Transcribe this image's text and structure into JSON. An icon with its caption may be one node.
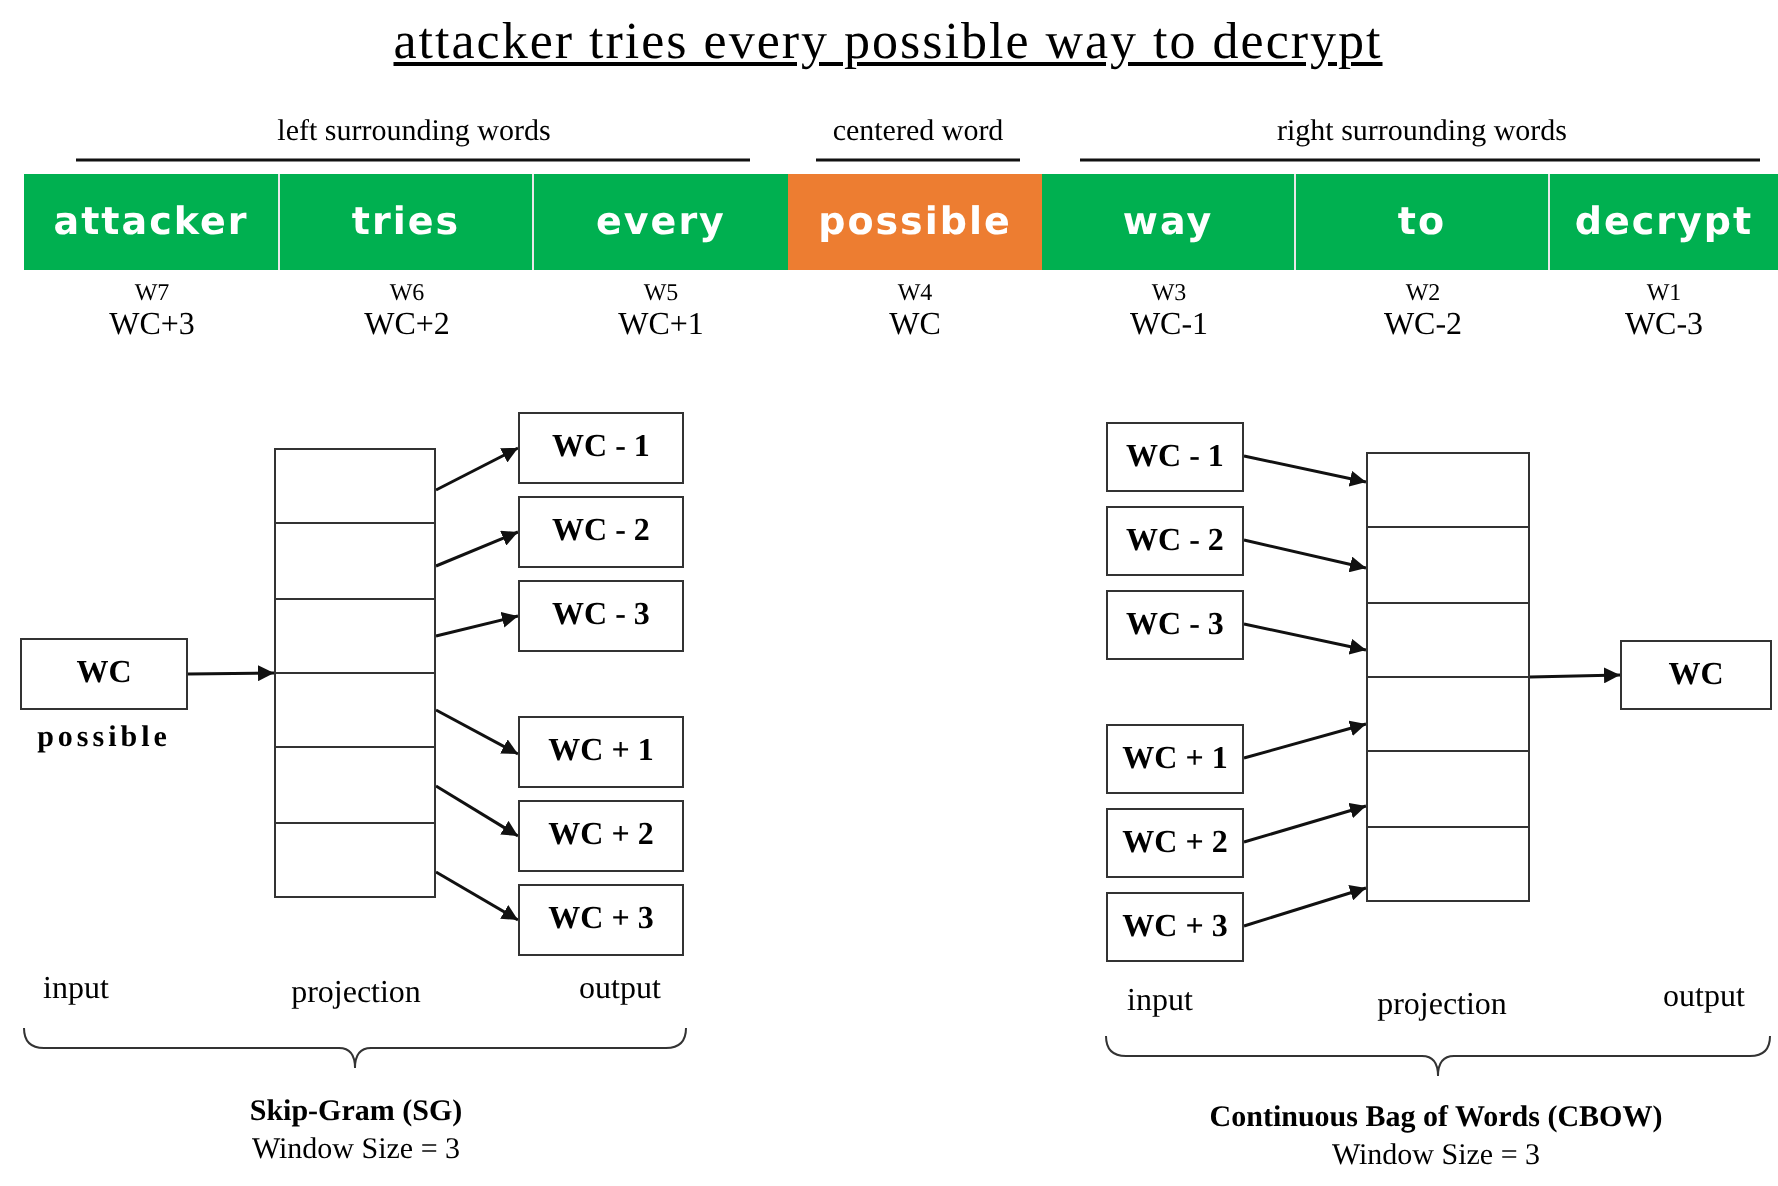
{
  "diagram": {
    "title": "attacker tries every possible way to decrypt",
    "nodes": [
      {
        "text": [
          "attacker"
        ],
        "beside": [
          "W7",
          "WC+3"
        ]
      },
      {
        "text": [
          "tries"
        ],
        "beside": [
          "W6",
          "WC+2"
        ]
      },
      {
        "text": [
          "every"
        ],
        "beside": [
          "W5",
          "WC+1"
        ]
      },
      {
        "text": [
          "possible"
        ],
        "beside": [
          "W4",
          "WC"
        ]
      },
      {
        "text": [
          "way"
        ],
        "beside": [
          "W3",
          "WC-1"
        ]
      },
      {
        "text": [
          "to"
        ],
        "beside": [
          "W2",
          "WC-2"
        ]
      },
      {
        "text": [
          "decrypt"
        ],
        "beside": [
          "W1",
          "WC-3"
        ]
      },
      {
        "text": [
          "WC"
        ],
        "beside": [
          "possible"
        ]
      },
      {
        "text": [],
        "shape": "box"
      },
      {
        "text": [
          "WC - 1"
        ]
      },
      {
        "text": [
          "WC - 2"
        ]
      },
      {
        "text": [
          "WC - 3"
        ]
      },
      {
        "text": [
          "WC + 1"
        ]
      },
      {
        "text": [
          "WC + 2"
        ]
      },
      {
        "text": [
          "WC + 3"
        ]
      },
      {
        "text": [
          "WC - 1"
        ]
      },
      {
        "text": [
          "WC - 2"
        ]
      },
      {
        "text": [
          "WC - 3"
        ]
      },
      {
        "text": [
          "WC + 1"
        ]
      },
      {
        "text": [
          "WC + 2"
        ]
      },
      {
        "text": [
          "WC + 3"
        ]
      },
      {
        "text": [],
        "shape": "box"
      },
      {
        "text": [
          "WC"
        ]
      }
    ],
    "edges": [
      {
        "from": 7,
        "to": 8,
        "arrow": "to"
      },
      {
        "from": 8,
        "to": 9,
        "arrow": "to"
      },
      {
        "from": 8,
        "to": 10,
        "arrow": "to"
      },
      {
        "from": 8,
        "to": 11,
        "arrow": "to"
      },
      {
        "from": 8,
        "to": 12,
        "arrow": "to"
      },
      {
        "from": 8,
        "to": 13,
        "arrow": "to"
      },
      {
        "from": 8,
        "to": 14,
        "arrow": "to"
      },
      {
        "from": 15,
        "to": 21,
        "arrow": "to"
      },
      {
        "from": 16,
        "to": 21,
        "arrow": "to"
      },
      {
        "from": 17,
        "to": 21,
        "arrow": "to"
      },
      {
        "from": 18,
        "to": 21,
        "arrow": "to"
      },
      {
        "from": 19,
        "to": 21,
        "arrow": "to"
      },
      {
        "from": 20,
        "to": 21,
        "arrow": "to"
      },
      {
        "from": 21,
        "to": 22,
        "arrow": "to"
      }
    ],
    "labels": [
      "left surrounding words",
      "centered word",
      "right surrounding words",
      "input",
      "projection",
      "output",
      "Skip-Gram (SG)",
      "Window Size = 3",
      "input",
      "projection",
      "output",
      "Continuous Bag of Words (CBOW)",
      "Window Size = 3"
    ]
  }
}
